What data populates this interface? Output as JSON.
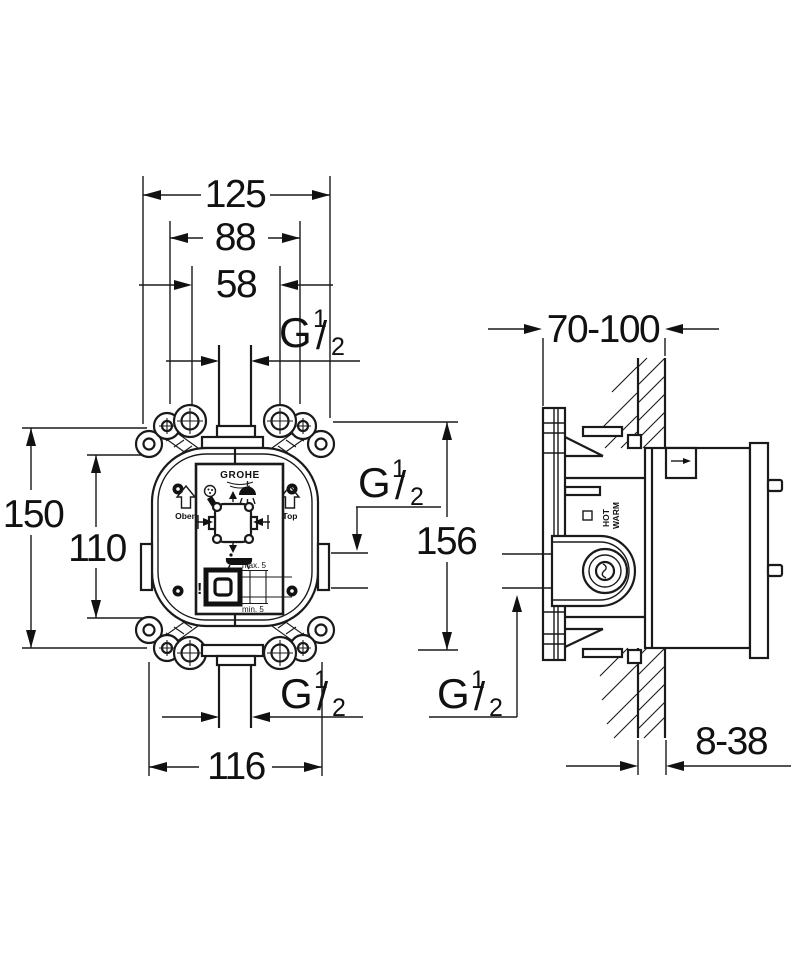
{
  "colors": {
    "line": "#1a1a1a",
    "background": "#ffffff"
  },
  "dims": {
    "width_overall": "125",
    "width_mounting_holes": "88",
    "width_inner_holes": "58",
    "height_overall": "150",
    "height_mounting_holes": "110",
    "height_body": "156",
    "width_bottom_tabs": "116",
    "installation_depth_range": "70-100",
    "wall_finish_thickness_range": "8-38",
    "thread": {
      "base": "G",
      "sup": "1",
      "slash": "/",
      "sub": "2"
    }
  },
  "plate": {
    "brand": "GROHE",
    "orientation_left": "Oben",
    "orientation_right": "Top",
    "max_note": "max. 5",
    "min_note": "min. 5",
    "warning": "!"
  },
  "side_view": {
    "hot_label_line1": "WARM",
    "hot_label_line2": "HOT"
  }
}
